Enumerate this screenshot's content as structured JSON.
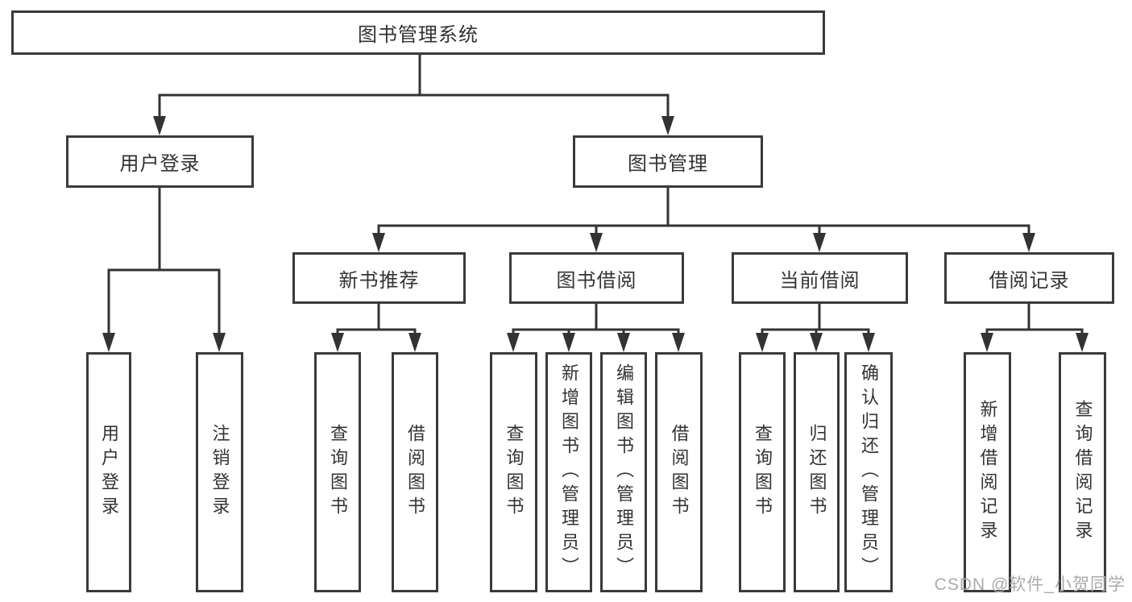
{
  "diagram_title": "图书管理系统",
  "colors": {
    "line": "#333333",
    "box_border": "#3a3a3a",
    "text": "#333333",
    "background": "#ffffff",
    "watermark": "#ababab"
  },
  "nodes": {
    "root": "图书管理系统",
    "user_login_group": "用户登录",
    "book_mgmt_group": "图书管理",
    "new_book_rec": "新书推荐",
    "book_borrow": "图书借阅",
    "current_borrow": "当前借阅",
    "borrow_records": "借阅记录",
    "user_login": "用户登录",
    "logout": "注销登录",
    "nb_query_book": "查询图书",
    "nb_borrow_book": "借阅图书",
    "bb_query_book": "查询图书",
    "bb_add_book": "新增图书（管理员）",
    "bb_edit_book": "编辑图书（管理员）",
    "bb_borrow_book": "借阅图书",
    "cb_query_book": "查询图书",
    "cb_return_book": "归还图书",
    "cb_confirm_return": "确认归还（管理员）",
    "br_add_record": "新增借阅记录",
    "br_query_record": "查询借阅记录"
  },
  "tree": {
    "label": "图书管理系统",
    "children": [
      {
        "label": "用户登录",
        "children": [
          {
            "label": "用户登录"
          },
          {
            "label": "注销登录"
          }
        ]
      },
      {
        "label": "图书管理",
        "children": [
          {
            "label": "新书推荐",
            "children": [
              {
                "label": "查询图书"
              },
              {
                "label": "借阅图书"
              }
            ]
          },
          {
            "label": "图书借阅",
            "children": [
              {
                "label": "查询图书"
              },
              {
                "label": "新增图书（管理员）"
              },
              {
                "label": "编辑图书（管理员）"
              },
              {
                "label": "借阅图书"
              }
            ]
          },
          {
            "label": "当前借阅",
            "children": [
              {
                "label": "查询图书"
              },
              {
                "label": "归还图书"
              },
              {
                "label": "确认归还（管理员）"
              }
            ]
          },
          {
            "label": "借阅记录",
            "children": [
              {
                "label": "新增借阅记录"
              },
              {
                "label": "查询借阅记录"
              }
            ]
          }
        ]
      }
    ]
  },
  "watermark": "CSDN @软件_小贺同学"
}
